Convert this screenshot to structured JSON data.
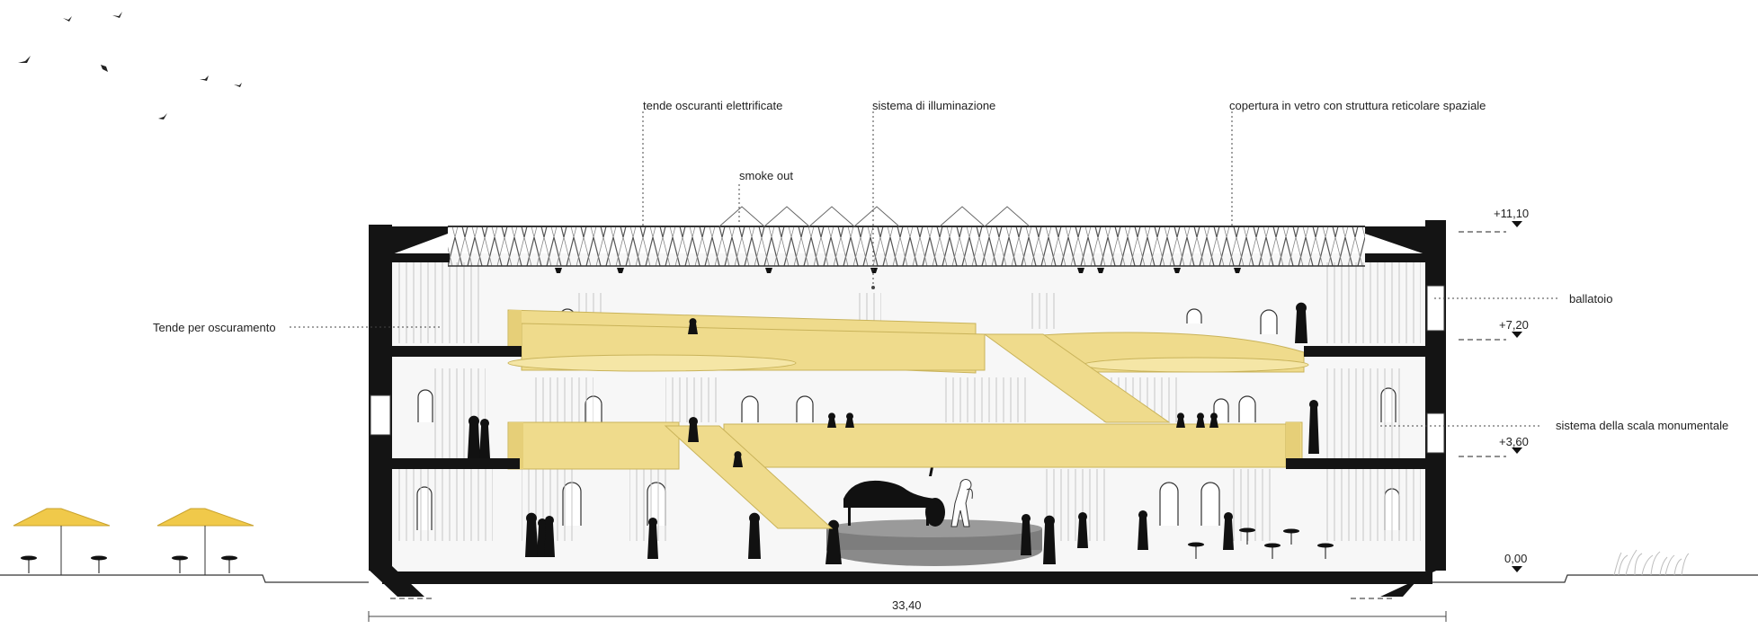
{
  "annotations": {
    "tende_oscuranti": "tende oscuranti elettrificate",
    "sistema_illuminazione": "sistema di illuminazione",
    "copertura": "copertura in vetro con struttura reticolare spaziale",
    "smoke_out": "smoke out",
    "tende_oscuramento": "Tende per oscuramento",
    "ballatoio": "ballatoio",
    "scala": "sistema della scala monumentale"
  },
  "levels": {
    "top": "+11,10",
    "upper": "+7,20",
    "middle": "+3,60",
    "ground": "0,00"
  },
  "dimensions": {
    "width": "33,40"
  },
  "colors": {
    "walkway": "#efdb8c",
    "walkway_stroke": "#c9b35a",
    "wall": "#141414",
    "stage": "#8a8a8a",
    "umbrella": "#f0c94a"
  }
}
